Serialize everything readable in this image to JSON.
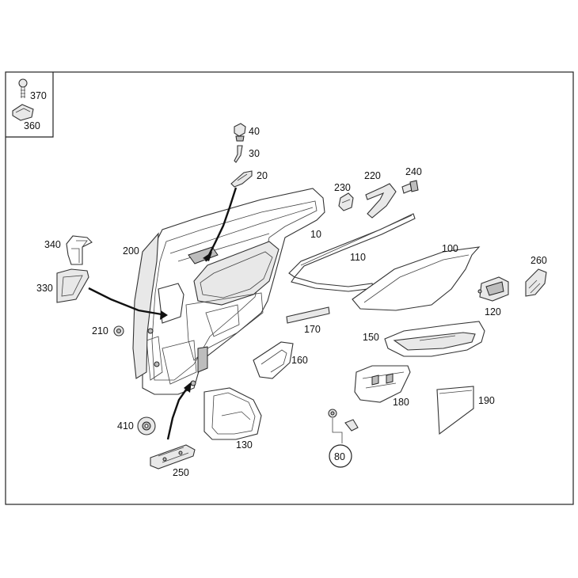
{
  "labels": {
    "p10": "10",
    "p20": "20",
    "p30": "30",
    "p40": "40",
    "p80": "80",
    "p100": "100",
    "p110": "110",
    "p120": "120",
    "p130": "130",
    "p150": "150",
    "p160": "160",
    "p170": "170",
    "p180": "180",
    "p190": "190",
    "p200": "200",
    "p210": "210",
    "p220": "220",
    "p230": "230",
    "p240": "240",
    "p250": "250",
    "p260": "260",
    "p330": "330",
    "p340": "340",
    "p360": "360",
    "p370": "370",
    "p410": "410"
  }
}
